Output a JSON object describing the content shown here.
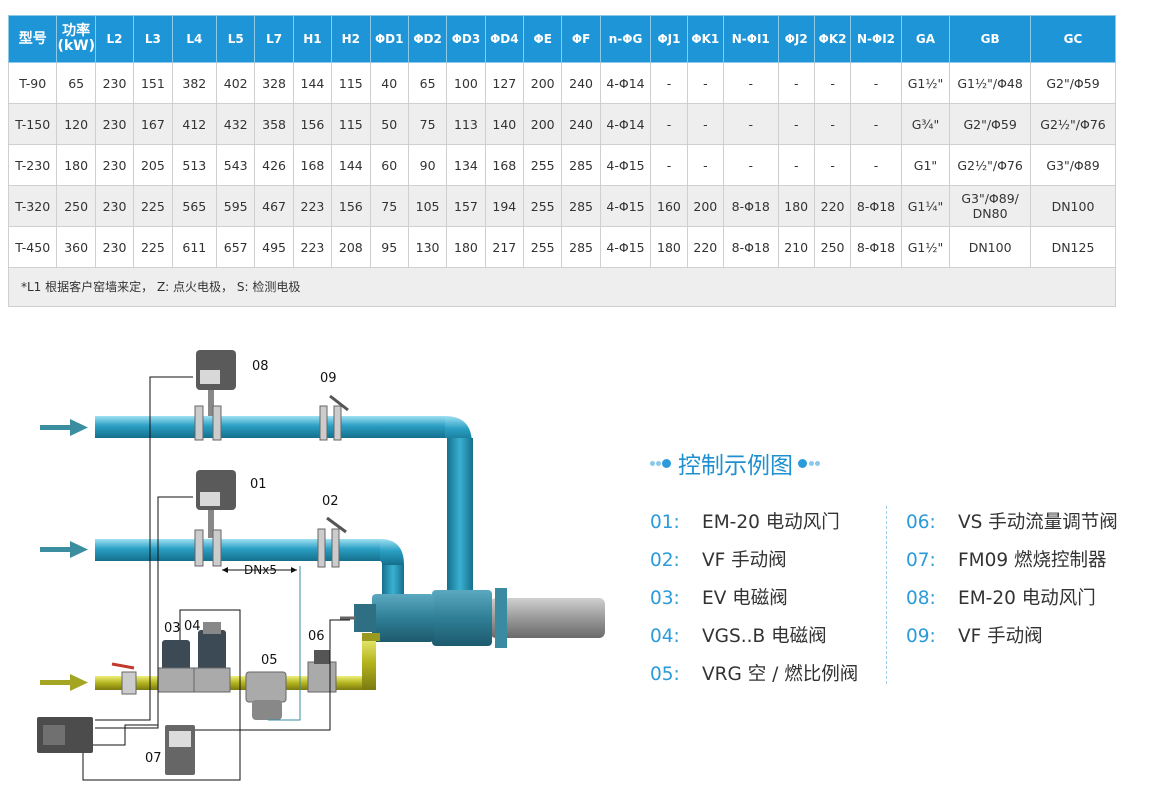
{
  "table": {
    "headers": [
      "型号",
      "功率\n(kW)",
      "L2",
      "L3",
      "L4",
      "L5",
      "L7",
      "H1",
      "H2",
      "ΦD1",
      "ΦD2",
      "ΦD3",
      "ΦD4",
      "ΦE",
      "ΦF",
      "n-ΦG",
      "ΦJ1",
      "ΦK1",
      "N-ΦI1",
      "ΦJ2",
      "ΦK2",
      "N-ΦI2",
      "GA",
      "GB",
      "GC"
    ],
    "rows": [
      [
        "T-90",
        "65",
        "230",
        "151",
        "382",
        "402",
        "328",
        "144",
        "115",
        "40",
        "65",
        "100",
        "127",
        "200",
        "240",
        "4-Φ14",
        "-",
        "-",
        "-",
        "-",
        "-",
        "-",
        "G1½\"",
        "G1½\"/Φ48",
        "G2\"/Φ59"
      ],
      [
        "T-150",
        "120",
        "230",
        "167",
        "412",
        "432",
        "358",
        "156",
        "115",
        "50",
        "75",
        "113",
        "140",
        "200",
        "240",
        "4-Φ14",
        "-",
        "-",
        "-",
        "-",
        "-",
        "-",
        "G¾\"",
        "G2\"/Φ59",
        "G2½\"/Φ76"
      ],
      [
        "T-230",
        "180",
        "230",
        "205",
        "513",
        "543",
        "426",
        "168",
        "144",
        "60",
        "90",
        "134",
        "168",
        "255",
        "285",
        "4-Φ15",
        "-",
        "-",
        "-",
        "-",
        "-",
        "-",
        "G1\"",
        "G2½\"/Φ76",
        "G3\"/Φ89"
      ],
      [
        "T-320",
        "250",
        "230",
        "225",
        "565",
        "595",
        "467",
        "223",
        "156",
        "75",
        "105",
        "157",
        "194",
        "255",
        "285",
        "4-Φ15",
        "160",
        "200",
        "8-Φ18",
        "180",
        "220",
        "8-Φ18",
        "G1¼\"",
        "G3\"/Φ89/\nDN80",
        "DN100"
      ],
      [
        "T-450",
        "360",
        "230",
        "225",
        "611",
        "657",
        "495",
        "223",
        "208",
        "95",
        "130",
        "180",
        "217",
        "255",
        "285",
        "4-Φ15",
        "180",
        "220",
        "8-Φ18",
        "210",
        "250",
        "8-Φ18",
        "G1½\"",
        "DN100",
        "DN125"
      ]
    ],
    "note": "*L1 根据客户窑墙来定， Z: 点火电极， S: 检测电极"
  },
  "diagram": {
    "labels": {
      "l01": "01",
      "l02": "02",
      "l03": "03",
      "l04": "04",
      "l05": "05",
      "l06": "06",
      "l07": "07",
      "l08": "08",
      "l09": "09",
      "dn": "DNx5"
    },
    "colors": {
      "air_pipe": "#2a9fc4",
      "gas_pipe": "#b4b41e",
      "burner": "#3a8aa2",
      "tube": "#8f8f8f",
      "arrow": "#3a8ea0"
    }
  },
  "legend": {
    "title": "控制示例图",
    "left": [
      {
        "num": "01:",
        "text": "EM-20 电动风门"
      },
      {
        "num": "02:",
        "text": "VF 手动阀"
      },
      {
        "num": "03:",
        "text": "EV 电磁阀"
      },
      {
        "num": "04:",
        "text": "VGS..B 电磁阀"
      },
      {
        "num": "05:",
        "text": "VRG 空 / 燃比例阀"
      }
    ],
    "right": [
      {
        "num": "06:",
        "text": "VS 手动流量调节阀"
      },
      {
        "num": "07:",
        "text": "FM09 燃烧控制器"
      },
      {
        "num": "08:",
        "text": "EM-20 电动风门"
      },
      {
        "num": "09:",
        "text": "VF 手动阀"
      }
    ],
    "accent": "#2b9bd9"
  }
}
